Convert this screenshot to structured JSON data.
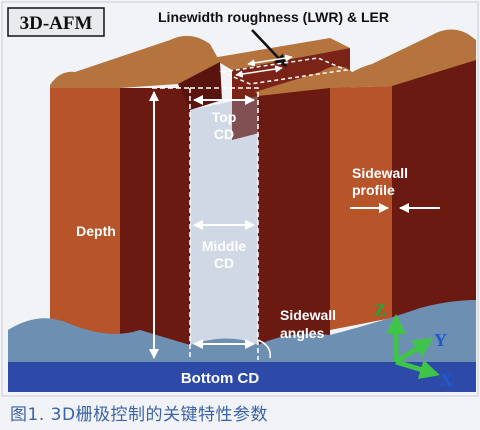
{
  "figure": {
    "tag": "3D-AFM",
    "labels": {
      "lwr": "Linewidth roughness (LWR) & LER",
      "top_cd": [
        "Top",
        "CD"
      ],
      "middle_cd": [
        "Middle",
        "CD"
      ],
      "depth": "Depth",
      "sidewall_profile": [
        "Sidewall",
        "profile"
      ],
      "sidewall_angles": [
        "Sidewall",
        "angles"
      ],
      "bottom_cd": "Bottom CD"
    },
    "axes": {
      "z": "Z",
      "y": "Y",
      "x": "X"
    },
    "caption": "图1. 3D栅极控制的关键特性参数"
  },
  "colors": {
    "background": "#f2f3f6",
    "line_front": "#b7542a",
    "line_side": "#6b1a12",
    "line_top": "#b5733e",
    "base": "#2e4aa8",
    "ground": "#6d8fb2",
    "axis_arrow": "#3fc44a",
    "axis_text_z": "#27a33a",
    "axis_text_xy": "#1f59d0",
    "caption": "#3a63a8"
  }
}
